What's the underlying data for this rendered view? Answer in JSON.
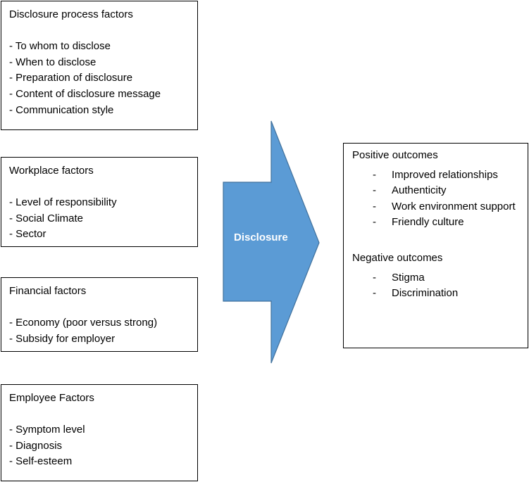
{
  "colors": {
    "arrow_fill": "#5b9bd5",
    "arrow_stroke": "#41719c",
    "box_border": "#000000"
  },
  "boxes": {
    "process": {
      "title": "Disclosure process factors",
      "items": [
        "- To whom to disclose",
        "- When to disclose",
        "- Preparation of disclosure",
        "- Content of disclosure message",
        "- Communication style"
      ]
    },
    "workplace": {
      "title": "Workplace factors",
      "items": [
        "- Level of responsibility",
        "- Social Climate",
        "- Sector"
      ]
    },
    "financial": {
      "title": "Financial factors",
      "items": [
        "- Economy (poor versus strong)",
        "- Subsidy for employer"
      ]
    },
    "employee": {
      "title": "Employee Factors",
      "items": [
        "- Symptom level",
        "- Diagnosis",
        "- Self-esteem"
      ]
    }
  },
  "arrow": {
    "label": "Disclosure"
  },
  "outcomes": {
    "positive_title": "Positive outcomes",
    "positive_items": [
      "Improved relationships",
      "Authenticity",
      "Work environment support",
      "Friendly culture"
    ],
    "negative_title": "Negative outcomes",
    "negative_items": [
      "Stigma",
      "Discrimination"
    ],
    "bullet": "-"
  }
}
